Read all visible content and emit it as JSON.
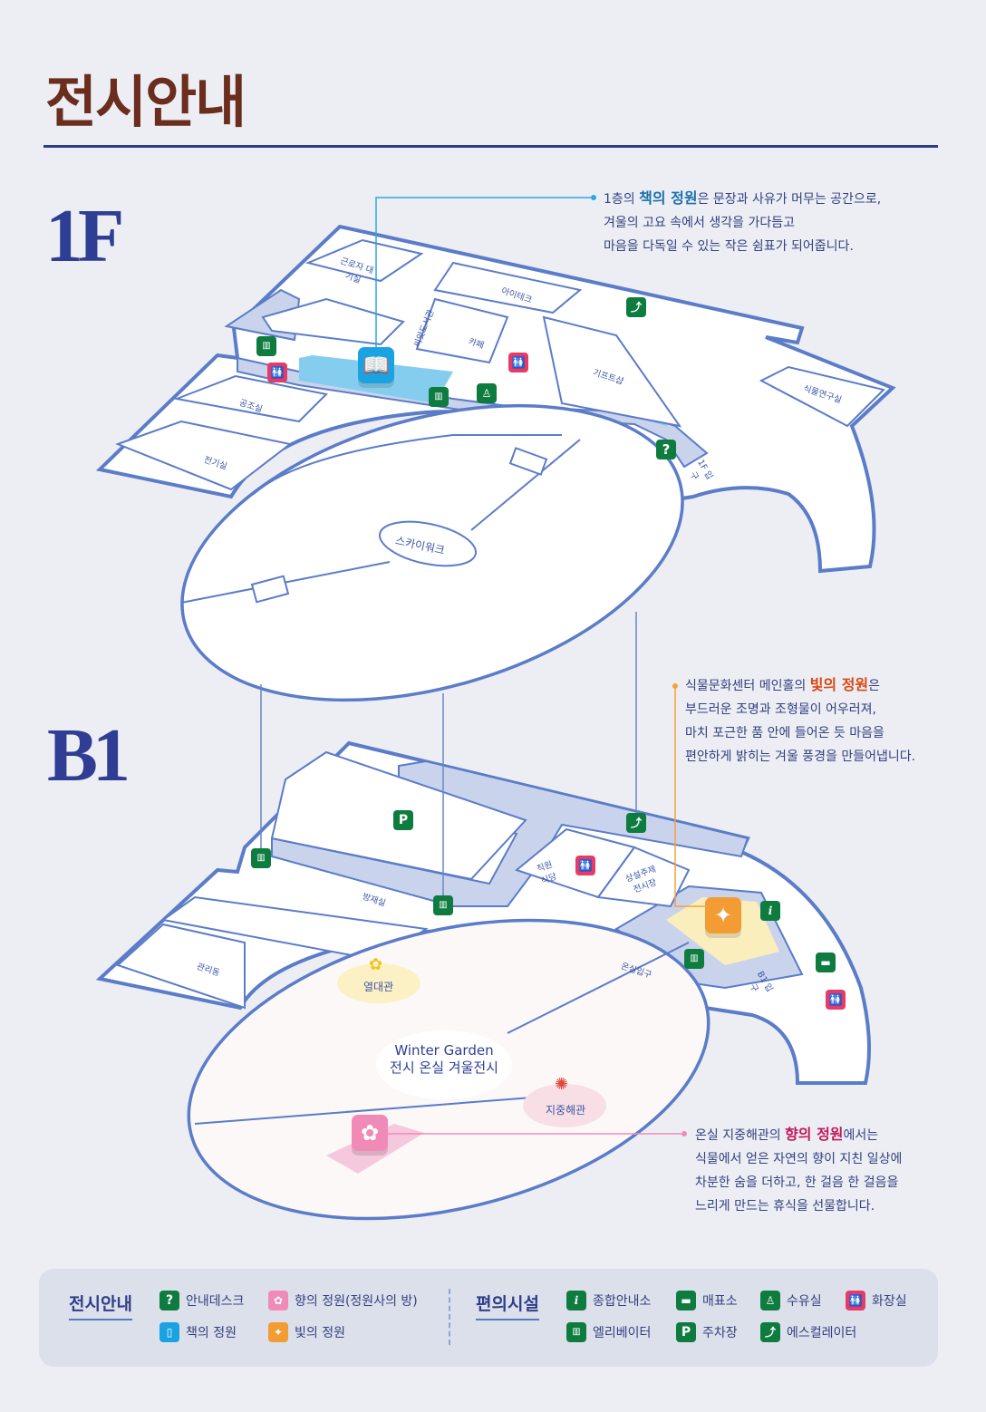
{
  "title": "전시안내",
  "floors": {
    "f1": "1F",
    "b1": "B1"
  },
  "callouts": {
    "book": {
      "pre": "1층의 ",
      "em": "책의 정원",
      "post": "은 문장과 사유가 머무는 공간으로,",
      "l2": "겨울의 고요 속에서 생각을 가다듬고",
      "l3": "마음을 다독일 수 있는 작은 쉼표가 되어줍니다.",
      "color": "#1a6fa8"
    },
    "light": {
      "pre": "식물문화센터 메인홀의 ",
      "em": "빛의 정원",
      "post": "은",
      "l2": "부드러운 조명과 조형물이 어우러져,",
      "l3": "마치 포근한 품 안에 들어온 듯 마음을",
      "l4": "편안하게 밝히는 겨울 풍경을 만들어냅니다.",
      "color": "#d9480f"
    },
    "scent": {
      "pre": "온실 지중해관의 ",
      "em": "향의 정원",
      "post": "에서는",
      "l2": "식물에서 얻은 자연의 향이 지친 일상에",
      "l3": "차분한 숨을 더하고, 한 걸음 한 걸음을",
      "l4": "느리게 만드는 휴식을 선물합니다.",
      "color": "#c2185b"
    }
  },
  "rooms_1f": [
    "근로자 대기실",
    "씨앗도서관",
    "아이테크",
    "카페",
    "기프트샵",
    "식물연구실",
    "공조실",
    "전기실",
    "스카이워크",
    "1F 입구"
  ],
  "rooms_b1": [
    "직원 식당",
    "상설주제 전시장",
    "방재실",
    "관리동",
    "온실입구",
    "B1 입구",
    "열대관",
    "Winter Garden",
    "전시 온실 겨울전시",
    "지중해관"
  ],
  "legend": {
    "exhibit_title": "전시안내",
    "exhibit": [
      "안내데스크",
      "향의 정원(정원사의 방)",
      "책의 정원",
      "빛의 정원"
    ],
    "facility_title": "편의시설",
    "facility": [
      "종합안내소",
      "매표소",
      "수유실",
      "화장실",
      "엘리베이터",
      "주차장",
      "에스컬레이터"
    ]
  },
  "colors": {
    "green": "#0e7c3f",
    "pink": "#e63b66",
    "book": "#1aa3e0",
    "light": "#f39c33",
    "scent": "#f08bb8",
    "navy": "#2f3e94"
  }
}
